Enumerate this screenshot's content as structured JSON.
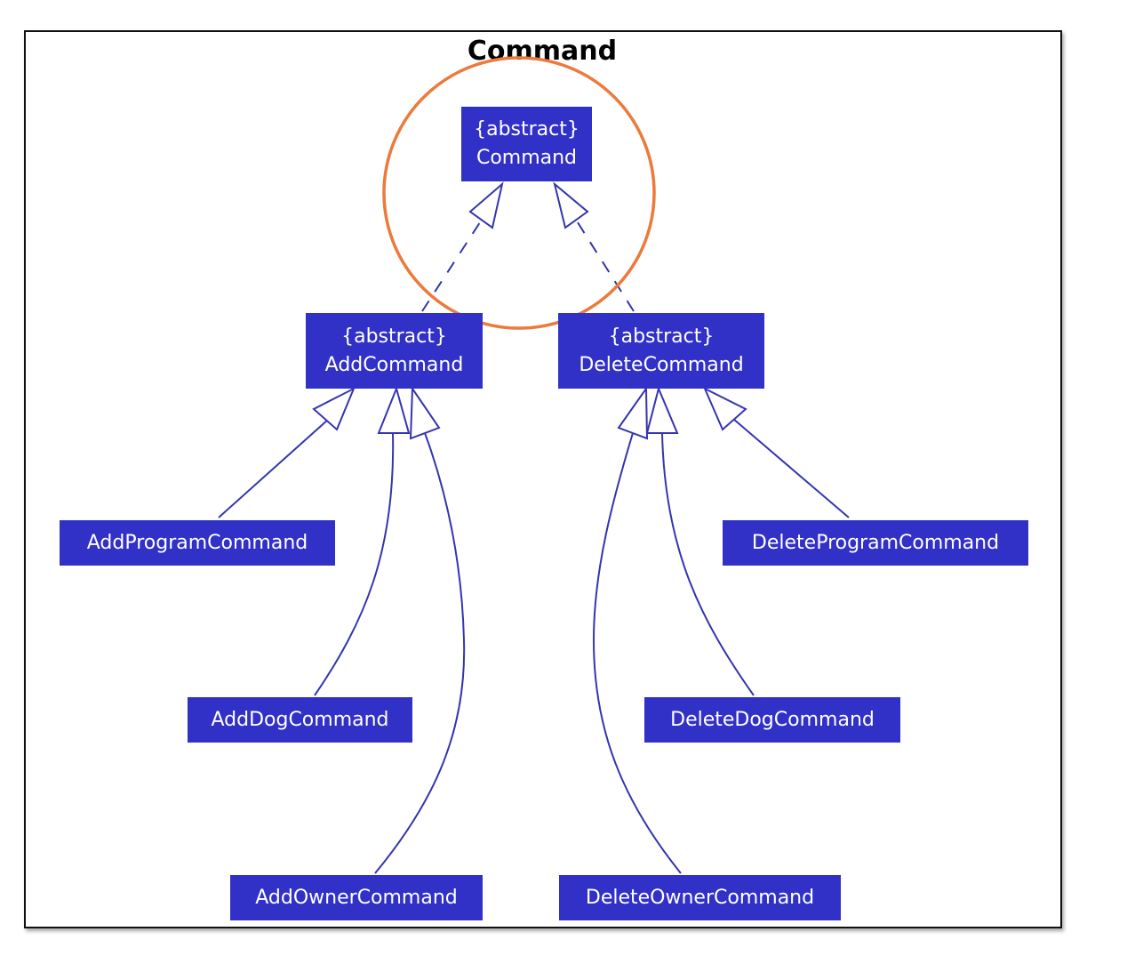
{
  "package": {
    "title": "Command"
  },
  "classes": {
    "command": {
      "stereotype": "{abstract}",
      "name": "Command"
    },
    "add_command": {
      "stereotype": "{abstract}",
      "name": "AddCommand"
    },
    "delete_command": {
      "stereotype": "{abstract}",
      "name": "DeleteCommand"
    },
    "add_program_command": {
      "name": "AddProgramCommand"
    },
    "add_dog_command": {
      "name": "AddDogCommand"
    },
    "add_owner_command": {
      "name": "AddOwnerCommand"
    },
    "delete_program_command": {
      "name": "DeleteProgramCommand"
    },
    "delete_dog_command": {
      "name": "DeleteDogCommand"
    },
    "delete_owner_command": {
      "name": "DeleteOwnerCommand"
    }
  },
  "colors": {
    "class_fill": "#3131c8",
    "class_text": "#ffffff",
    "edge": "#3535b0",
    "highlight": "#ec7a3b"
  }
}
